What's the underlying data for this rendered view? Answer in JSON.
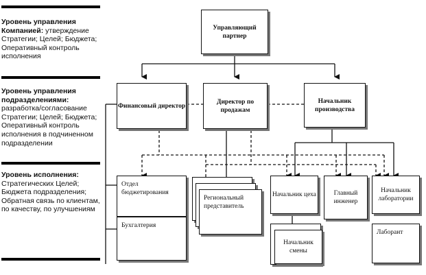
{
  "levels": [
    {
      "title": "Уровень управления Компанией:",
      "text": "утверждение Стратегии; Целей; Бюджета; Оперативный контроль исполнения"
    },
    {
      "title": "Уровень управления подразделениями:",
      "text": "разработка/согласование Стратегии; Целей; Бюджета; Оперативный контроль исполнения в подчиненном подразделении"
    },
    {
      "title": "Уровень исполнения:",
      "text": "Стратегических Целей; Бюджета подразделения; Обратная связь по клиентам, по качеству, по улучшениям"
    }
  ],
  "boxes": {
    "managing_partner": "Управляющий партнер",
    "cfo": "Финансовый директор",
    "sales_director": "Директор по продажам",
    "production_head": "Начальник производства",
    "budgeting_dept": "Отдел бюджетирования",
    "accounting": "Бухгалтерия",
    "regional_rep": "Региональный представитель",
    "shop_head": "Начальник цеха",
    "chief_engineer": "Главный инженер",
    "lab_head": "Начальник лаборатории",
    "shift_head": "Начальник смены",
    "lab_assistant": "Лаборант"
  }
}
